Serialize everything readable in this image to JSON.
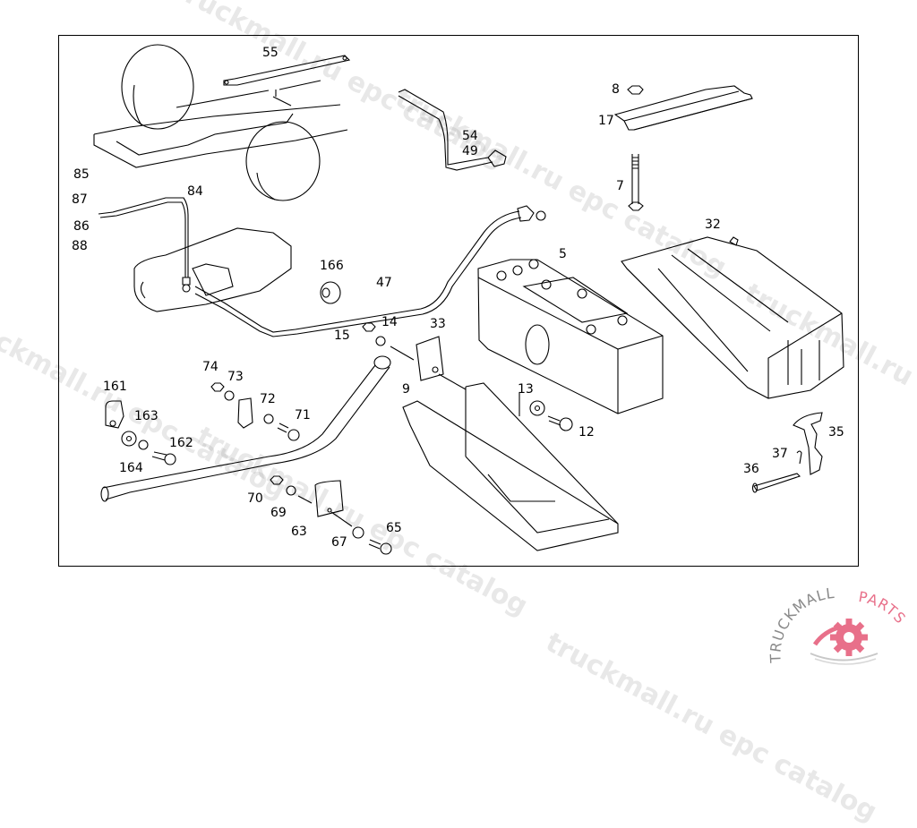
{
  "diagram": {
    "title": "Battery, battery carrier and battery cables - exploded parts diagram",
    "part_labels": [
      {
        "id": "55",
        "text": "55"
      },
      {
        "id": "8",
        "text": "8"
      },
      {
        "id": "17",
        "text": "17"
      },
      {
        "id": "54",
        "text": "54"
      },
      {
        "id": "49",
        "text": "49"
      },
      {
        "id": "85",
        "text": "85"
      },
      {
        "id": "84",
        "text": "84"
      },
      {
        "id": "87",
        "text": "87"
      },
      {
        "id": "86",
        "text": "86"
      },
      {
        "id": "88",
        "text": "88"
      },
      {
        "id": "7",
        "text": "7"
      },
      {
        "id": "32",
        "text": "32"
      },
      {
        "id": "5",
        "text": "5"
      },
      {
        "id": "166",
        "text": "166"
      },
      {
        "id": "47",
        "text": "47"
      },
      {
        "id": "33",
        "text": "33"
      },
      {
        "id": "14",
        "text": "14"
      },
      {
        "id": "15",
        "text": "15"
      },
      {
        "id": "74",
        "text": "74"
      },
      {
        "id": "73",
        "text": "73"
      },
      {
        "id": "161",
        "text": "161"
      },
      {
        "id": "72",
        "text": "72"
      },
      {
        "id": "9",
        "text": "9"
      },
      {
        "id": "13",
        "text": "13"
      },
      {
        "id": "163",
        "text": "163"
      },
      {
        "id": "71",
        "text": "71"
      },
      {
        "id": "12",
        "text": "12"
      },
      {
        "id": "35",
        "text": "35"
      },
      {
        "id": "162",
        "text": "162"
      },
      {
        "id": "37",
        "text": "37"
      },
      {
        "id": "164",
        "text": "164"
      },
      {
        "id": "36",
        "text": "36"
      },
      {
        "id": "70",
        "text": "70"
      },
      {
        "id": "69",
        "text": "69"
      },
      {
        "id": "63",
        "text": "63"
      },
      {
        "id": "65",
        "text": "65"
      },
      {
        "id": "67",
        "text": "67"
      }
    ],
    "parts": {
      "chassis_frame": "chassis-frame",
      "battery": "battery",
      "battery_cover": "battery-cover",
      "battery_carrier": "battery-carrier",
      "starter_motor": "starter-motor",
      "main_cable": "battery-cable"
    }
  },
  "watermark": {
    "text": "truckmall.ru epc catalog",
    "color": "#969696"
  },
  "logo": {
    "text_left": "TRUCKMALL",
    "text_right": "PARTS",
    "gray": "#8a8a8a",
    "pink": "#e8708a"
  }
}
